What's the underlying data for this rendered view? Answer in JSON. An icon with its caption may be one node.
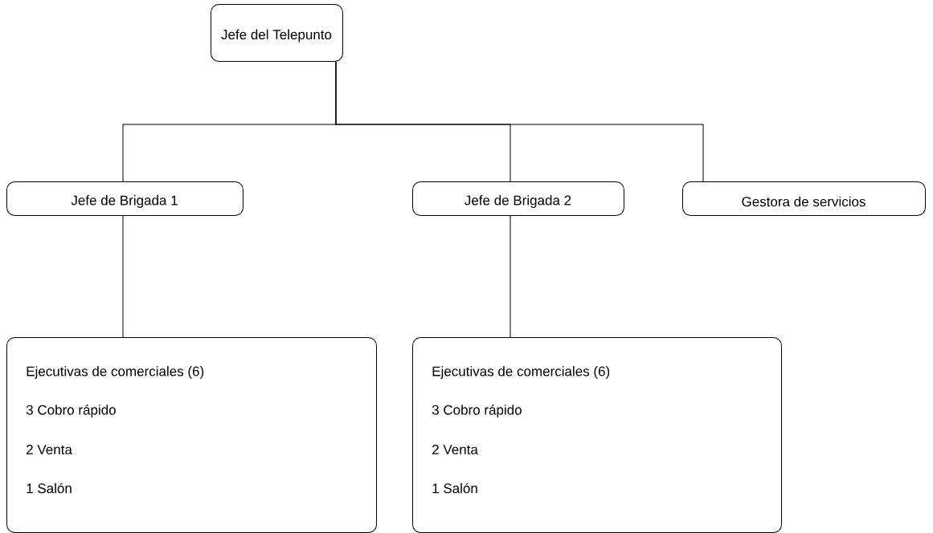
{
  "diagram": {
    "nodes": [
      {
        "text": [
          "Jefe del Telepunto"
        ]
      },
      {
        "text": [
          "Jefe de Brigada 1"
        ]
      },
      {
        "text": [
          "Jefe de Brigada 2"
        ]
      },
      {
        "text": [
          "Gestora de servicios"
        ]
      },
      {
        "text": [
          "Ejecutivas de comerciales (6)",
          "3 Cobro rápido",
          "2 Venta",
          "1 Salón"
        ]
      },
      {
        "text": [
          "Ejecutivas de comerciales (6)",
          "3 Cobro rápido",
          "2 Venta",
          "1 Salón"
        ]
      }
    ],
    "edges": [
      {
        "from": 0,
        "to": 1,
        "arrow": "none"
      },
      {
        "from": 0,
        "to": 2,
        "arrow": "none"
      },
      {
        "from": 0,
        "to": 3,
        "arrow": "none"
      },
      {
        "from": 1,
        "to": 4,
        "arrow": "none"
      },
      {
        "from": 2,
        "to": 5,
        "arrow": "none"
      }
    ]
  }
}
